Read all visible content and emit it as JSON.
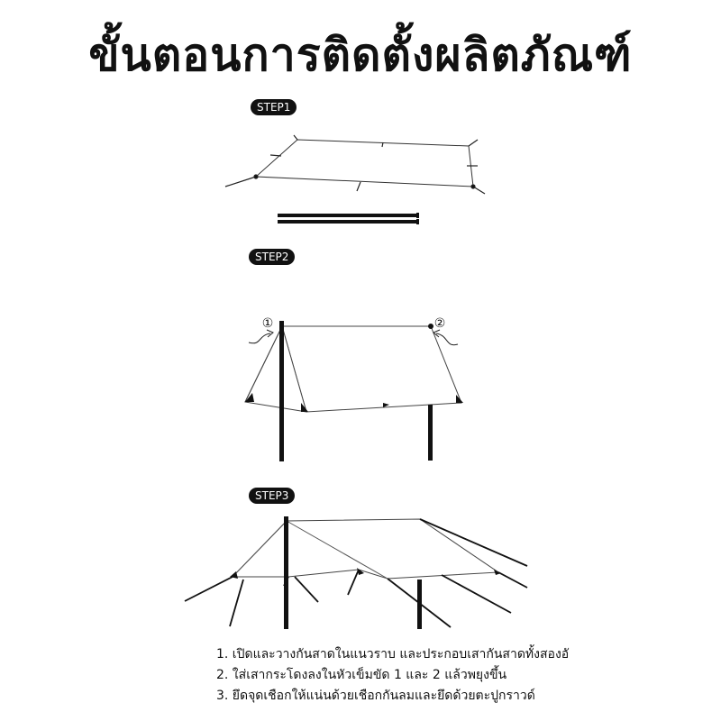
{
  "title": "ขั้นตอนการติดตั้งผลิตภัณฑ์",
  "steps": [
    {
      "badge": "STEP1"
    },
    {
      "badge": "STEP2"
    },
    {
      "badge": "STEP3"
    }
  ],
  "step2_markers": {
    "left": "①",
    "right": "②"
  },
  "instructions": [
    "1. เปิดและวางกันสาดในแนวราบ และประกอบเสากันสาดทั้งสองอั",
    "2. ใส่เสากระโดงลงในหัวเข็มขัด 1 และ 2 แล้วพยุงขึ้น",
    "3. ยึดจุดเชือกให้แน่นด้วยเชือกกันลมและยึดด้วยตะปูกราวด์"
  ]
}
